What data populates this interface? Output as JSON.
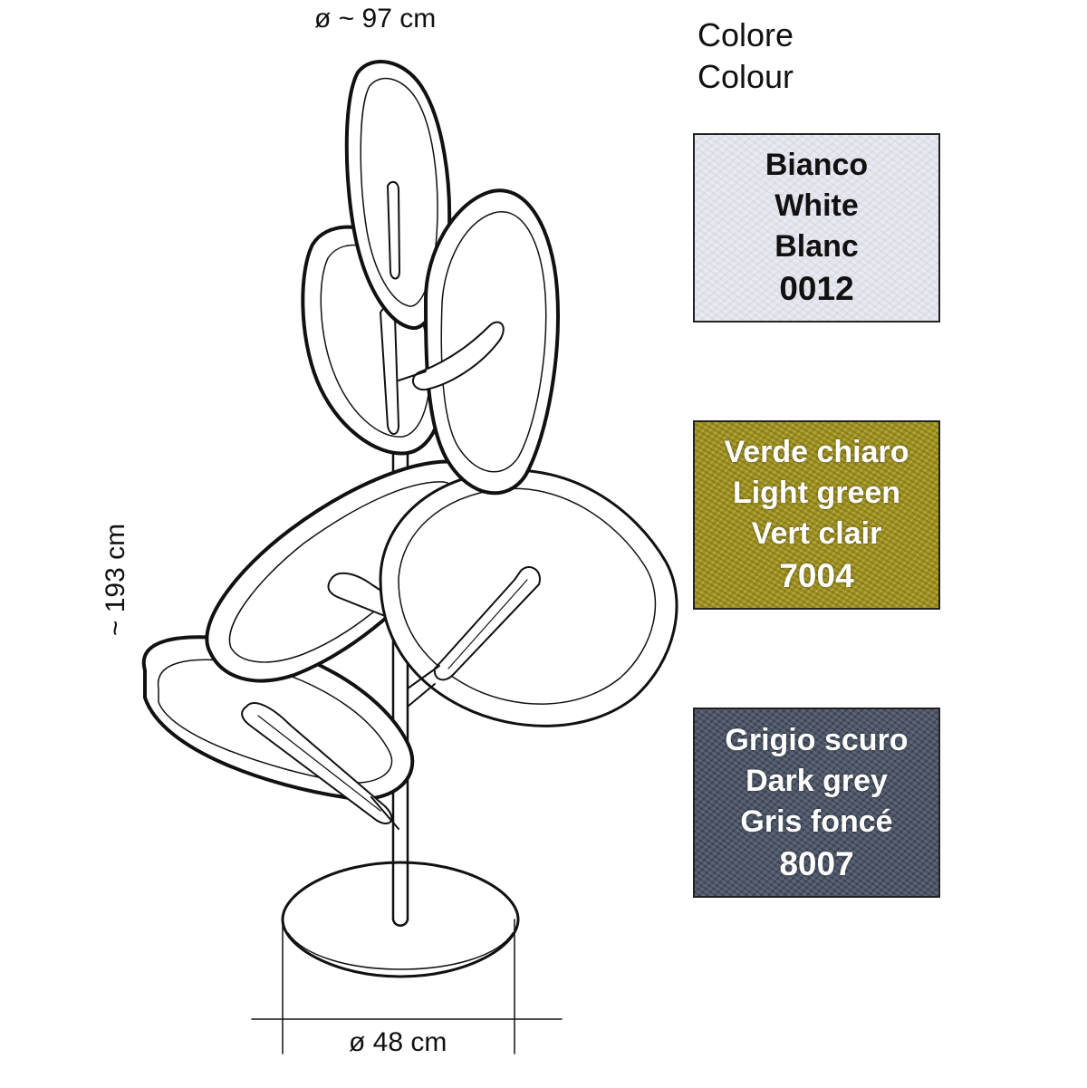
{
  "dimensions": {
    "top_diameter": "ø ~ 97 cm",
    "height": "~ 193 cm",
    "base_diameter": "ø 48 cm"
  },
  "colour_header": {
    "line1": "Colore",
    "line2": "Colour"
  },
  "swatches": [
    {
      "it": "Bianco",
      "en": "White",
      "fr": "Blanc",
      "code": "0012",
      "color": "#e9e9f1",
      "text_color": "#111111"
    },
    {
      "it": "Verde chiaro",
      "en": "Light green",
      "fr": "Vert clair",
      "code": "7004",
      "color": "#a09325",
      "text_color": "#ffffff"
    },
    {
      "it": "Grigio scuro",
      "en": "Dark grey",
      "fr": "Gris foncé",
      "code": "8007",
      "color": "#4d5667",
      "text_color": "#ffffff"
    }
  ]
}
